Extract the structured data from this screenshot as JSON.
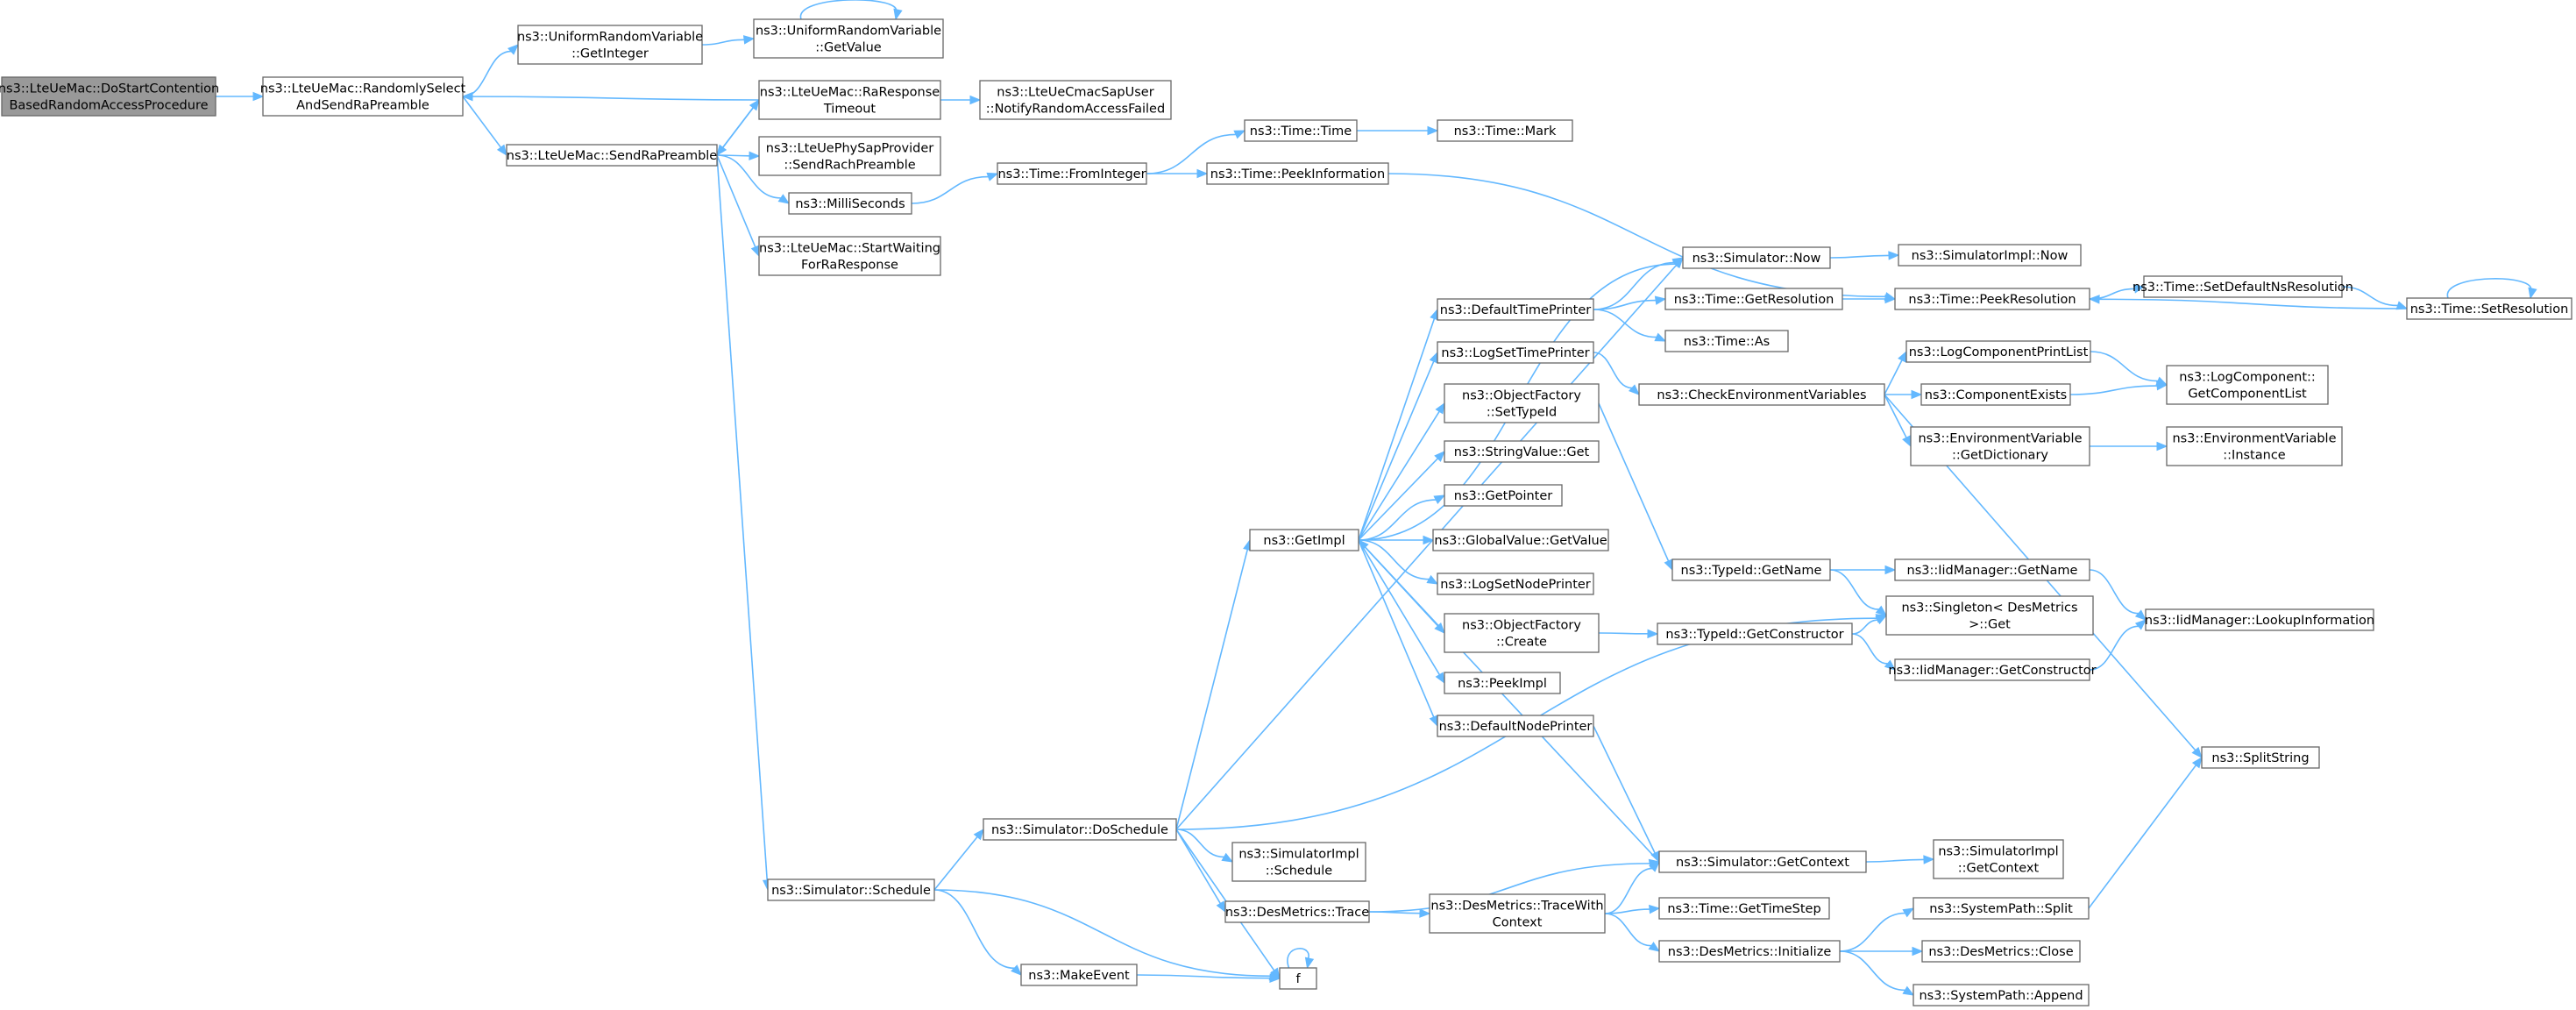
{
  "nodes": [
    {
      "id": "n0",
      "lines": [
        "ns3::LteUeMac::DoStartContention",
        "BasedRandomAccessProcedure"
      ]
    },
    {
      "id": "n1",
      "lines": [
        "ns3::LteUeMac::RandomlySelect",
        "AndSendRaPreamble"
      ]
    },
    {
      "id": "n2",
      "lines": [
        "ns3::UniformRandomVariable",
        "::GetInteger"
      ]
    },
    {
      "id": "n3",
      "lines": [
        "ns3::UniformRandomVariable",
        "::GetValue"
      ]
    },
    {
      "id": "n4",
      "lines": [
        "ns3::LteUeMac::SendRaPreamble"
      ]
    },
    {
      "id": "n5",
      "lines": [
        "ns3::LteUeMac::RaResponse",
        "Timeout"
      ]
    },
    {
      "id": "n6",
      "lines": [
        "ns3::LteUeCmacSapUser",
        "::NotifyRandomAccessFailed"
      ]
    },
    {
      "id": "n7",
      "lines": [
        "ns3::LteUePhySapProvider",
        "::SendRachPreamble"
      ]
    },
    {
      "id": "n8",
      "lines": [
        "ns3::MilliSeconds"
      ]
    },
    {
      "id": "n9",
      "lines": [
        "ns3::LteUeMac::StartWaiting",
        "ForRaResponse"
      ]
    },
    {
      "id": "n10",
      "lines": [
        "ns3::Time::FromInteger"
      ]
    },
    {
      "id": "n11",
      "lines": [
        "ns3::Time::Time"
      ]
    },
    {
      "id": "n12",
      "lines": [
        "ns3::Time::Mark"
      ]
    },
    {
      "id": "n13",
      "lines": [
        "ns3::Time::PeekInformation"
      ]
    },
    {
      "id": "n14",
      "lines": [
        "ns3::Time::PeekResolution"
      ]
    },
    {
      "id": "n15",
      "lines": [
        "ns3::Time::SetDefaultNsResolution"
      ]
    },
    {
      "id": "n16",
      "lines": [
        "ns3::Time::SetResolution"
      ]
    },
    {
      "id": "n17",
      "lines": [
        "ns3::Simulator::Now"
      ]
    },
    {
      "id": "n18",
      "lines": [
        "ns3::SimulatorImpl::Now"
      ]
    },
    {
      "id": "n19",
      "lines": [
        "ns3::DefaultTimePrinter"
      ]
    },
    {
      "id": "n20",
      "lines": [
        "ns3::Time::GetResolution"
      ]
    },
    {
      "id": "n21",
      "lines": [
        "ns3::Time::As"
      ]
    },
    {
      "id": "n22",
      "lines": [
        "ns3::LogSetTimePrinter"
      ]
    },
    {
      "id": "n23",
      "lines": [
        "ns3::CheckEnvironmentVariables"
      ]
    },
    {
      "id": "n24",
      "lines": [
        "ns3::LogComponentPrintList"
      ]
    },
    {
      "id": "n25",
      "lines": [
        "ns3::LogComponent::",
        "GetComponentList"
      ]
    },
    {
      "id": "n26",
      "lines": [
        "ns3::ComponentExists"
      ]
    },
    {
      "id": "n27",
      "lines": [
        "ns3::EnvironmentVariable",
        "::GetDictionary"
      ]
    },
    {
      "id": "n28",
      "lines": [
        "ns3::EnvironmentVariable",
        "::Instance"
      ]
    },
    {
      "id": "n29",
      "lines": [
        "ns3::ObjectFactory",
        "::SetTypeId"
      ]
    },
    {
      "id": "n30",
      "lines": [
        "ns3::StringValue::Get"
      ]
    },
    {
      "id": "n31",
      "lines": [
        "ns3::GetPointer"
      ]
    },
    {
      "id": "n32",
      "lines": [
        "ns3::GetImpl"
      ]
    },
    {
      "id": "n33",
      "lines": [
        "ns3::GlobalValue::GetValue"
      ]
    },
    {
      "id": "n34",
      "lines": [
        "ns3::LogSetNodePrinter"
      ]
    },
    {
      "id": "n35",
      "lines": [
        "ns3::TypeId::GetName"
      ]
    },
    {
      "id": "n36",
      "lines": [
        "ns3::IidManager::GetName"
      ]
    },
    {
      "id": "n37",
      "lines": [
        "ns3::Singleton< DesMetrics",
        " >::Get"
      ]
    },
    {
      "id": "n38",
      "lines": [
        "ns3::IidManager::LookupInformation"
      ]
    },
    {
      "id": "n39",
      "lines": [
        "ns3::ObjectFactory",
        "::Create"
      ]
    },
    {
      "id": "n40",
      "lines": [
        "ns3::TypeId::GetConstructor"
      ]
    },
    {
      "id": "n41",
      "lines": [
        "ns3::IidManager::GetConstructor"
      ]
    },
    {
      "id": "n42",
      "lines": [
        "ns3::PeekImpl"
      ]
    },
    {
      "id": "n43",
      "lines": [
        "ns3::DefaultNodePrinter"
      ]
    },
    {
      "id": "n44",
      "lines": [
        "ns3::SplitString"
      ]
    },
    {
      "id": "n45",
      "lines": [
        "ns3::Simulator::DoSchedule"
      ]
    },
    {
      "id": "n46",
      "lines": [
        "ns3::SimulatorImpl",
        "::Schedule"
      ]
    },
    {
      "id": "n47",
      "lines": [
        "ns3::Simulator::GetContext"
      ]
    },
    {
      "id": "n48",
      "lines": [
        "ns3::SimulatorImpl",
        "::GetContext"
      ]
    },
    {
      "id": "n49",
      "lines": [
        "ns3::Simulator::Schedule"
      ]
    },
    {
      "id": "n50",
      "lines": [
        "ns3::DesMetrics::Trace"
      ]
    },
    {
      "id": "n51",
      "lines": [
        "ns3::DesMetrics::TraceWith",
        "Context"
      ]
    },
    {
      "id": "n52",
      "lines": [
        "ns3::Time::GetTimeStep"
      ]
    },
    {
      "id": "n53",
      "lines": [
        "ns3::SystemPath::Split"
      ]
    },
    {
      "id": "n54",
      "lines": [
        "ns3::DesMetrics::Initialize"
      ]
    },
    {
      "id": "n55",
      "lines": [
        "ns3::DesMetrics::Close"
      ]
    },
    {
      "id": "n56",
      "lines": [
        "ns3::SystemPath::Append"
      ]
    },
    {
      "id": "n57",
      "lines": [
        "ns3::MakeEvent"
      ]
    },
    {
      "id": "n58",
      "lines": [
        "f"
      ]
    }
  ],
  "edges": [
    [
      "n0",
      "n1"
    ],
    [
      "n1",
      "n2"
    ],
    [
      "n2",
      "n3"
    ],
    [
      "n3",
      "n3"
    ],
    [
      "n1",
      "n4"
    ],
    [
      "n5",
      "n1"
    ],
    [
      "n4",
      "n5"
    ],
    [
      "n5",
      "n4"
    ],
    [
      "n5",
      "n6"
    ],
    [
      "n4",
      "n7"
    ],
    [
      "n4",
      "n8"
    ],
    [
      "n4",
      "n9"
    ],
    [
      "n4",
      "n49"
    ],
    [
      "n8",
      "n10"
    ],
    [
      "n10",
      "n11"
    ],
    [
      "n11",
      "n12"
    ],
    [
      "n10",
      "n13"
    ],
    [
      "n13",
      "n14"
    ],
    [
      "n14",
      "n15"
    ],
    [
      "n15",
      "n16"
    ],
    [
      "n16",
      "n16"
    ],
    [
      "n16",
      "n14"
    ],
    [
      "n17",
      "n18"
    ],
    [
      "n19",
      "n17"
    ],
    [
      "n19",
      "n20"
    ],
    [
      "n19",
      "n21"
    ],
    [
      "n20",
      "n14"
    ],
    [
      "n22",
      "n23"
    ],
    [
      "n23",
      "n24"
    ],
    [
      "n23",
      "n26"
    ],
    [
      "n23",
      "n27"
    ],
    [
      "n23",
      "n44"
    ],
    [
      "n24",
      "n25"
    ],
    [
      "n26",
      "n25"
    ],
    [
      "n27",
      "n28"
    ],
    [
      "n29",
      "n35"
    ],
    [
      "n35",
      "n36"
    ],
    [
      "n35",
      "n37"
    ],
    [
      "n36",
      "n38"
    ],
    [
      "n39",
      "n40"
    ],
    [
      "n40",
      "n37"
    ],
    [
      "n40",
      "n41"
    ],
    [
      "n41",
      "n38"
    ],
    [
      "n43",
      "n47"
    ],
    [
      "n32",
      "n17"
    ],
    [
      "n32",
      "n19"
    ],
    [
      "n32",
      "n22"
    ],
    [
      "n32",
      "n29"
    ],
    [
      "n32",
      "n30"
    ],
    [
      "n32",
      "n31"
    ],
    [
      "n32",
      "n33"
    ],
    [
      "n32",
      "n34"
    ],
    [
      "n32",
      "n39"
    ],
    [
      "n32",
      "n42"
    ],
    [
      "n32",
      "n43"
    ],
    [
      "n47",
      "n32"
    ],
    [
      "n47",
      "n48"
    ],
    [
      "n45",
      "n17"
    ],
    [
      "n45",
      "n32"
    ],
    [
      "n45",
      "n37"
    ],
    [
      "n45",
      "n46"
    ],
    [
      "n45",
      "n50"
    ],
    [
      "n45",
      "n58"
    ],
    [
      "n49",
      "n45"
    ],
    [
      "n49",
      "n57"
    ],
    [
      "n49",
      "n58"
    ],
    [
      "n57",
      "n58"
    ],
    [
      "n58",
      "n58"
    ],
    [
      "n50",
      "n47"
    ],
    [
      "n50",
      "n51"
    ],
    [
      "n51",
      "n47"
    ],
    [
      "n51",
      "n52"
    ],
    [
      "n51",
      "n54"
    ],
    [
      "n54",
      "n53"
    ],
    [
      "n54",
      "n55"
    ],
    [
      "n54",
      "n56"
    ],
    [
      "n53",
      "n44"
    ]
  ]
}
